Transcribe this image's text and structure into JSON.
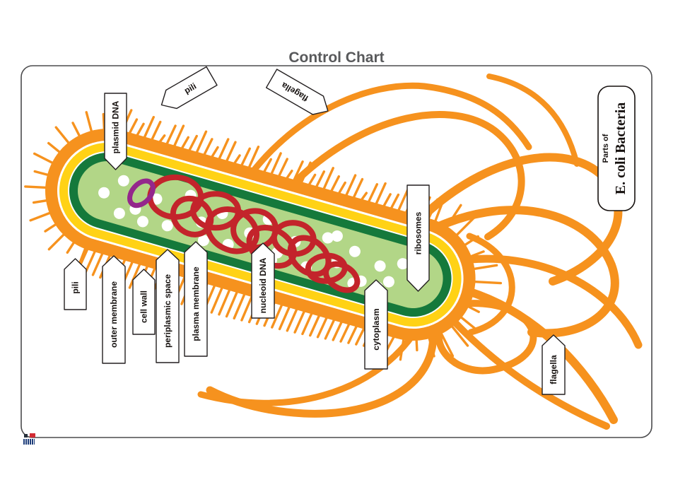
{
  "page": {
    "title": "Control Chart"
  },
  "diagram": {
    "title_box": {
      "line1": "Parts of",
      "line2": "E. coli Bacteria"
    },
    "labels": {
      "plasmid_dna": "plasmid DNA",
      "pili_top": "pili",
      "flagella_top": "flagella",
      "pili_left": "pili",
      "outer_membrane": "outer membrane",
      "cell_wall": "cell wall",
      "periplasmic_space": "periplasmic space",
      "plasma_membrane": "plasma membrane",
      "nucleoid_dna": "nucleoid DNA",
      "cytoplasm": "cytoplasm",
      "ribosomes": "ribosomes",
      "flagella_bottom": "flagella"
    },
    "colors": {
      "membrane_orange": "#F6921E",
      "cell_wall_yellow": "#FFD215",
      "plasma_membrane_green": "#15793B",
      "cytoplasm_green": "#B2D687",
      "nucleoid_red": "#C3242B",
      "plasmid_purple": "#94278C",
      "ribosome_white": "#FFFFFF",
      "label_stroke": "#231F20",
      "title_gray": "#58595B"
    }
  }
}
